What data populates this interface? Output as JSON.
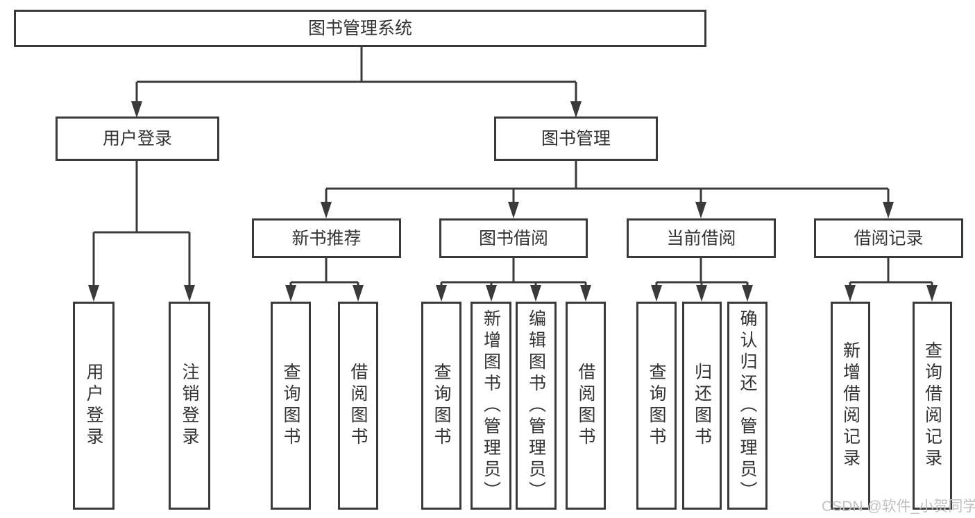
{
  "diagram": {
    "root": {
      "label": "图书管理系统"
    },
    "branches": [
      {
        "label": "用户登录",
        "children": [
          {
            "label": "用户登录"
          },
          {
            "label": "注销登录"
          }
        ]
      },
      {
        "label": "图书管理",
        "children": [
          {
            "label": "新书推荐",
            "children": [
              {
                "label": "查询图书"
              },
              {
                "label": "借阅图书"
              }
            ]
          },
          {
            "label": "图书借阅",
            "children": [
              {
                "label": "查询图书"
              },
              {
                "label": "新增图书（管理员）"
              },
              {
                "label": "编辑图书（管理员）"
              },
              {
                "label": "借阅图书"
              }
            ]
          },
          {
            "label": "当前借阅",
            "children": [
              {
                "label": "查询图书"
              },
              {
                "label": "归还图书"
              },
              {
                "label": "确认归还（管理员）"
              }
            ]
          },
          {
            "label": "借阅记录",
            "children": [
              {
                "label": "新增借阅记录"
              },
              {
                "label": "查询借阅记录"
              }
            ]
          }
        ]
      }
    ],
    "colors": {
      "line": "#3a3a3a",
      "text": "#333333",
      "background": "#ffffff",
      "watermark_text": "#c2c1c1"
    },
    "watermark": "CSDN @软件_小贺同学"
  }
}
